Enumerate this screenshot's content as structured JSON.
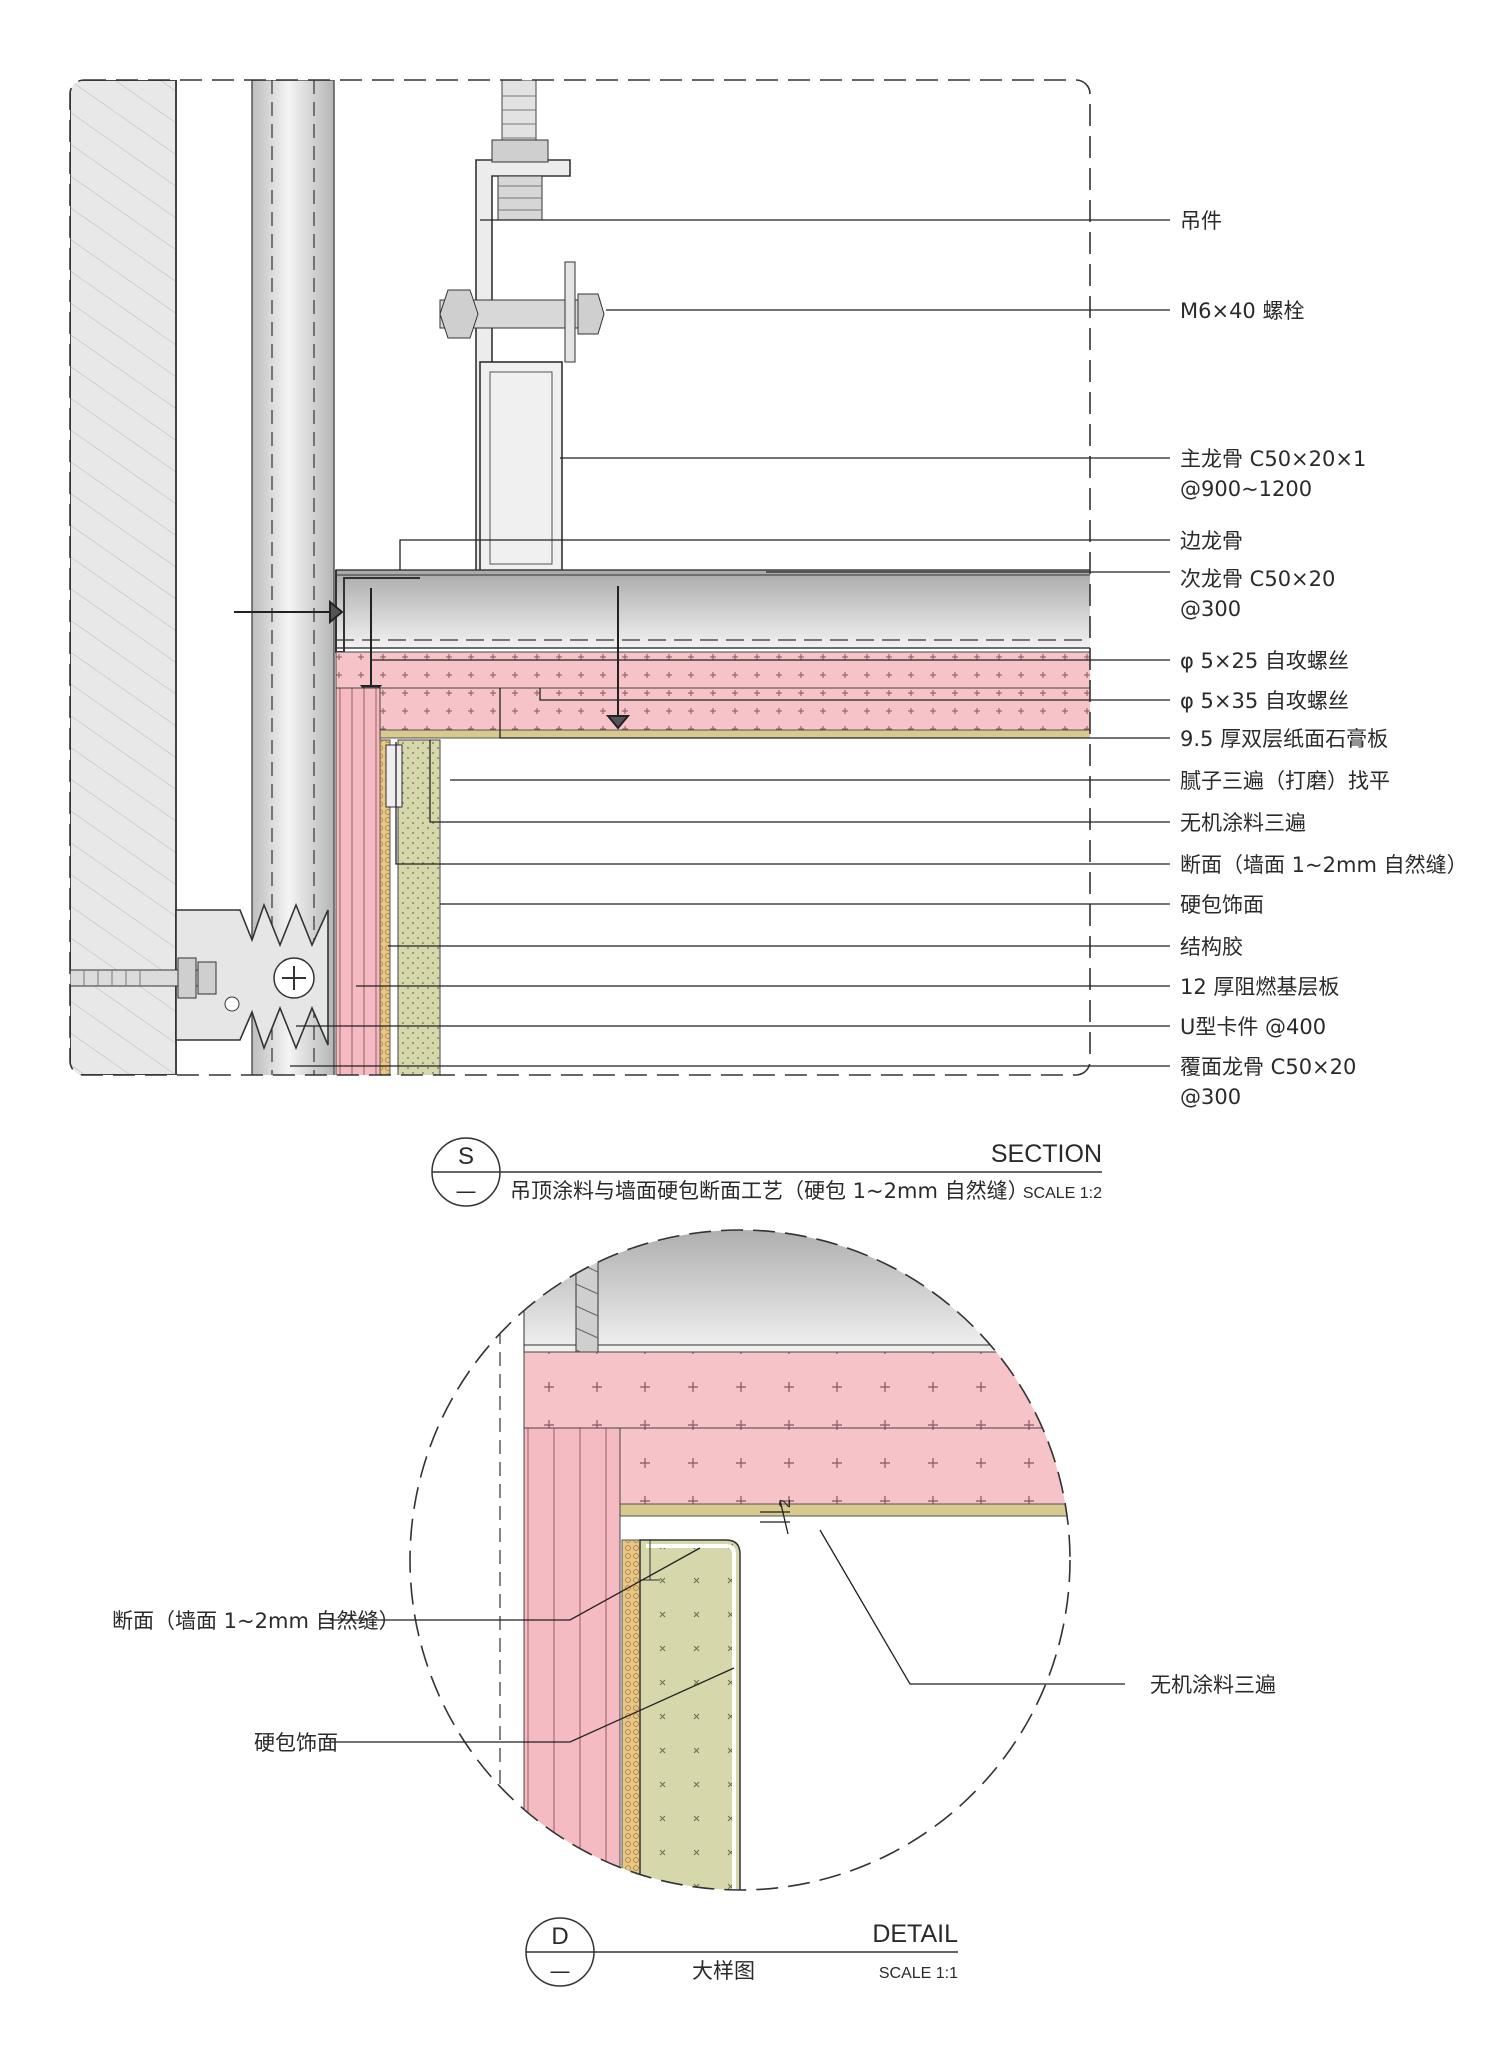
{
  "section": {
    "callouts": [
      {
        "id": "hanger",
        "text": "吊件"
      },
      {
        "id": "bolt",
        "text": "M6×40 螺栓"
      },
      {
        "id": "main-keel-1",
        "text": "主龙骨 C50×20×1"
      },
      {
        "id": "main-keel-2",
        "text": "@900~1200"
      },
      {
        "id": "edge-keel",
        "text": "边龙骨"
      },
      {
        "id": "sec-keel-1",
        "text": "次龙骨 C50×20"
      },
      {
        "id": "sec-keel-2",
        "text": "@300"
      },
      {
        "id": "screw-25",
        "text": "φ 5×25 自攻螺丝"
      },
      {
        "id": "screw-35",
        "text": "φ 5×35 自攻螺丝"
      },
      {
        "id": "gypsum",
        "text": "9.5 厚双层纸面石膏板"
      },
      {
        "id": "putty",
        "text": "腻子三遍（打磨）找平"
      },
      {
        "id": "paint",
        "text": "无机涂料三遍"
      },
      {
        "id": "joint",
        "text": "断面（墙面 1~2mm 自然缝）"
      },
      {
        "id": "hardpack",
        "text": "硬包饰面"
      },
      {
        "id": "glue",
        "text": "结构胶"
      },
      {
        "id": "baseboard",
        "text": "12 厚阻燃基层板"
      },
      {
        "id": "u-clip",
        "text": "U型卡件 @400"
      },
      {
        "id": "cover-keel-1",
        "text": "覆面龙骨 C50×20"
      },
      {
        "id": "cover-keel-2",
        "text": "@300"
      }
    ],
    "title": {
      "mark": "S",
      "sub_mark": "—",
      "label": "SECTION",
      "caption": "吊顶涂料与墙面硬包断面工艺（硬包 1~2mm 自然缝）",
      "scale": "SCALE 1:2"
    }
  },
  "detail": {
    "callouts": [
      {
        "id": "joint",
        "text": "断面（墙面 1~2mm 自然缝）"
      },
      {
        "id": "hardpack",
        "text": "硬包饰面"
      },
      {
        "id": "paint",
        "text": "无机涂料三遍"
      }
    ],
    "dimension": "2",
    "title": {
      "mark": "D",
      "sub_mark": "—",
      "label": "DETAIL",
      "caption": "大样图",
      "scale": "SCALE 1:1"
    }
  },
  "colors": {
    "pink": "#f6c3c8",
    "olive": "#d6d7ab",
    "steel": "#d9d9d9",
    "concrete": "#e6e6e6",
    "line": "#333333"
  }
}
